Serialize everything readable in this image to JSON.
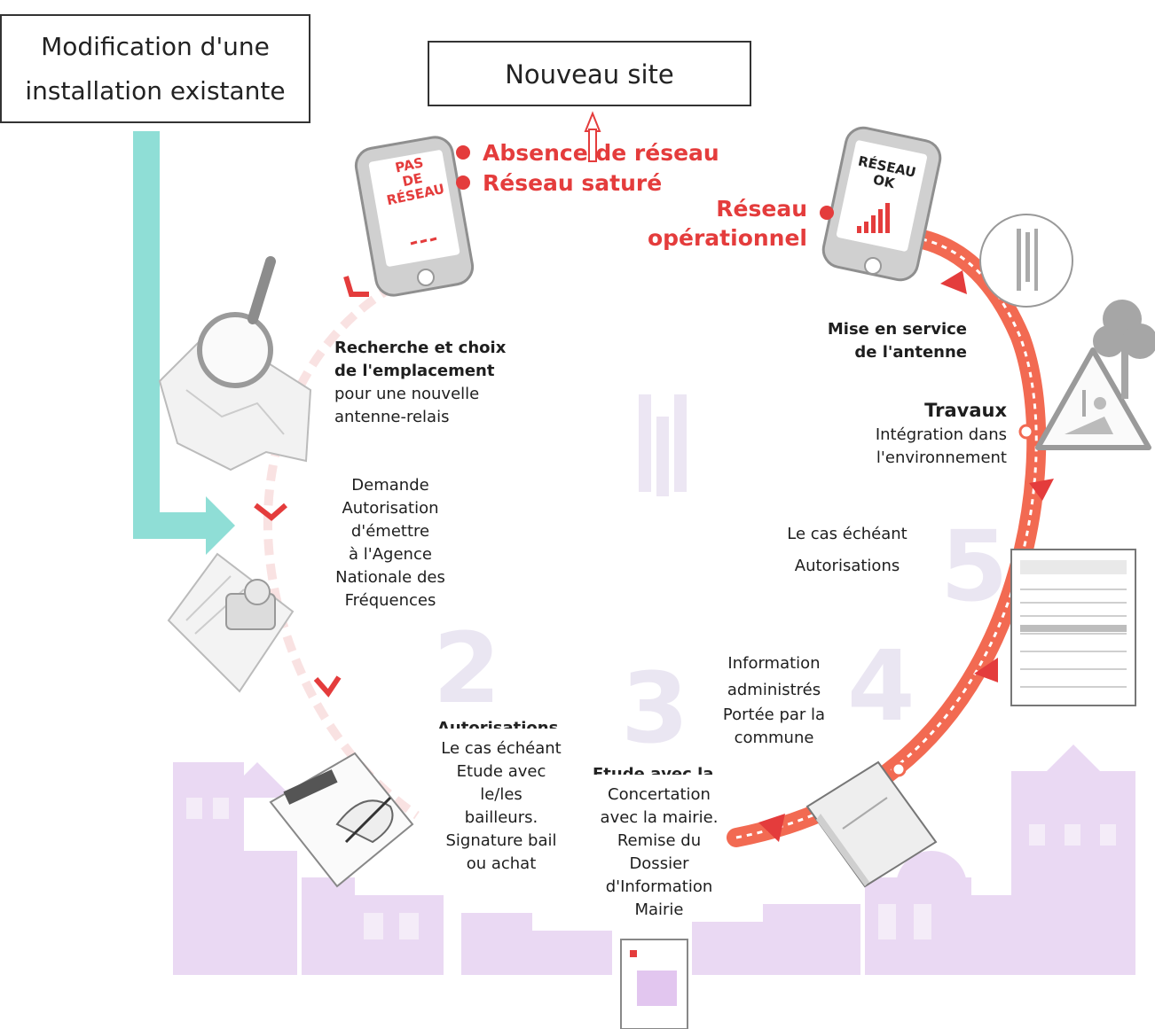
{
  "boxes": {
    "modification": [
      "Modification d'une",
      "installation existante"
    ],
    "nouveau_site": "Nouveau site"
  },
  "status": {
    "absence": "Absence de réseau",
    "sature": "Réseau saturé",
    "operationnel": [
      "Réseau",
      "opérationnel"
    ]
  },
  "phones": {
    "left_screen": [
      "PAS",
      "DE",
      "RÉSEAU"
    ],
    "right_screen": [
      "RÉSEAU",
      "OK"
    ]
  },
  "steps": {
    "recherche": {
      "title": [
        "Recherche et choix",
        "de l'emplacement"
      ],
      "body": [
        "pour une nouvelle",
        "antenne-relais"
      ]
    },
    "demande": [
      "Demande",
      "Autorisation",
      "d'émettre",
      "à l'Agence",
      "Nationale des",
      "Fréquences"
    ],
    "autorisations_cut": "Autorisations",
    "bailleurs": [
      "Le cas échéant",
      "Etude avec",
      "le/les",
      "bailleurs.",
      "Signature bail",
      "ou achat"
    ],
    "etude_cut": "Etude avec la",
    "concertation": [
      "Concertation",
      "avec la mairie.",
      "Remise du",
      "Dossier",
      "d'Information",
      "Mairie"
    ],
    "information": [
      "Information",
      "administrés",
      "Portée par la",
      "commune"
    ],
    "cas_echeant": [
      "Le cas échéant",
      "Autorisations"
    ],
    "travaux": {
      "title": "Travaux",
      "body": [
        "Intégration dans",
        "l'environnement"
      ]
    },
    "mise_en_service": [
      "Mise en service",
      "de l'antenne"
    ]
  },
  "step_numbers": [
    "2",
    "3",
    "4",
    "5"
  ],
  "colors": {
    "accent_red": "#e43c3c",
    "cyan_arrow": "#8fded6",
    "orange_band": "#f26a52",
    "city_lilac": "#e6d2f0"
  },
  "icons": [
    "magnifier-map-icon",
    "stamp-document-icon",
    "signing-hand-icon",
    "book-icon",
    "dossier-icon",
    "document-form-icon",
    "roadwork-sign-icon",
    "tree-icon",
    "antenna-circle-icon",
    "phone-no-network-icon",
    "phone-network-ok-icon"
  ]
}
